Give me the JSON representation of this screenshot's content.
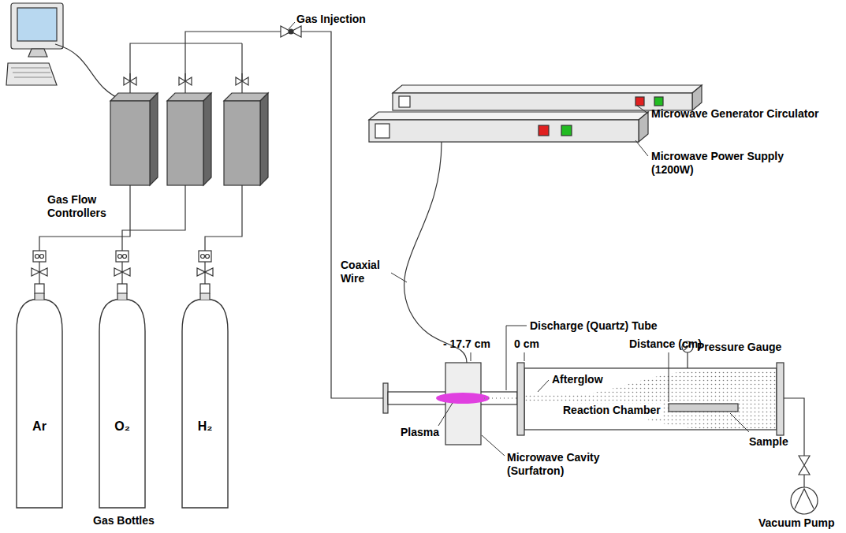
{
  "diagram": {
    "nodes": [
      {
        "text": [
          "Ar"
        ]
      },
      {
        "text": [
          "O₂"
        ]
      },
      {
        "text": [
          "H₂"
        ]
      }
    ],
    "labels": [
      "Gas Injection",
      "Microwave Generator Circulator",
      "Microwave Power Supply (1200W)",
      "Gas Flow Controllers",
      "Coaxial Wire",
      "Discharge (Quartz) Tube",
      "- 17.7 cm",
      "0 cm",
      "Distance (cm)",
      "Pressure Gauge",
      "Afterglow",
      "Reaction Chamber",
      "Sample",
      "Plasma",
      "Microwave Cavity (Surfatron)",
      "Gas Bottles",
      "Vacuum Pump"
    ]
  }
}
